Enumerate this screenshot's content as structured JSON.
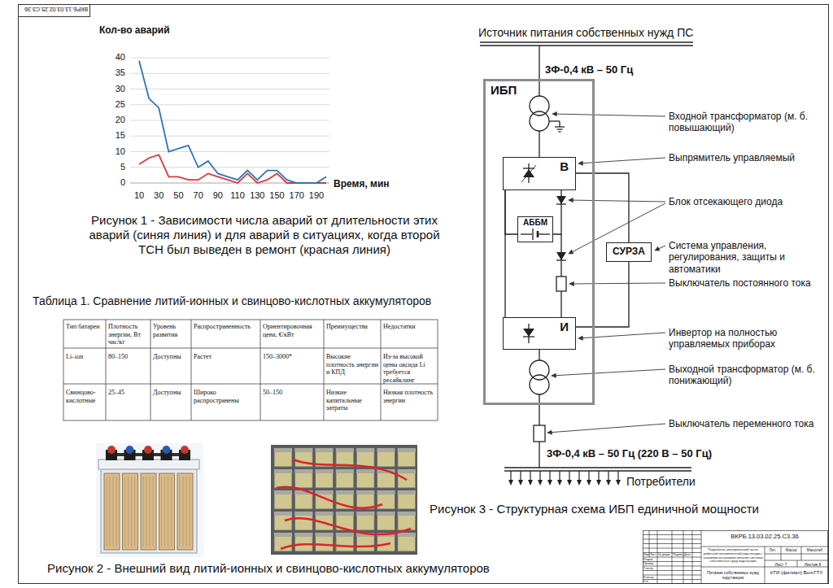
{
  "diagram": {
    "nodes": [
      {
        "text": [
          "ИБП"
        ]
      },
      {
        "text": [
          "В"
        ],
        "in": 0
      },
      {
        "text": [
          "АББМ"
        ],
        "in": 0
      },
      {
        "text": [
          "СУРЗА"
        ]
      },
      {
        "text": [
          "И"
        ],
        "in": 0
      }
    ],
    "edges": [
      {
        "from": 1,
        "to": 2,
        "arrow": "none"
      },
      {
        "from": 2,
        "to": 4,
        "arrow": "none"
      },
      {
        "from": 1,
        "to": 4,
        "arrow": "none"
      },
      {
        "from": 3,
        "to": 1,
        "arrow": "none"
      },
      {
        "from": 3,
        "to": 4,
        "arrow": "none"
      }
    ],
    "labels": [
      "ВКРБ.13.03.02.25.СЗ.36",
      "Кол-во аварий",
      "40",
      "35",
      "30",
      "25",
      "20",
      "15",
      "10",
      "5",
      "0",
      "10",
      "30",
      "50",
      "70",
      "90",
      "110",
      "130",
      "150",
      "170",
      "190",
      "Время, мин",
      "Рисунок 1 - Зависимости числа аварий от длительности этих аварий (синяя линия) и для аварий в ситуациях, когда второй ТСН был выведен в ремонт (красная линия)",
      "Таблица 1. Сравнение литий-ионных и свинцово-кислотных аккумуляторов",
      "Тип батареи",
      "Плотность энергии, Вт час/кг",
      "Уровень развития",
      "Распространенность",
      "Ориентировочная цена, €/кВт",
      "Преимущества",
      "Недостатки",
      "Li–ion",
      "80–150",
      "Доступны",
      "Растет",
      "150–3000*",
      "Высокие плотность энергии и КПД",
      "Из-за высокой цены оксида Li требуется ресайклинг",
      "Свинцово-кислотные",
      "25–45",
      "Доступны",
      "Широко распространены",
      "50–150",
      "Низкие капитальные затраты",
      "Низкая плотность энергии",
      "Рисунок 2 - Внешний вид литий-ионных и свинцово-кислотных аккумуляторов",
      "Источник питания собственных нужд ПС",
      "3Ф-0,4 кВ – 50 Гц",
      "Входной трансформатор (м. б. повышающий)",
      "Выпрямитель управляемый",
      "Блок отсекающего диода",
      "Система управления, регулирования, защиты и автоматики",
      "Выключатель постоянного тока",
      "Инвертор на полностью управляемых приборах",
      "Выходной трансформатор (м. б. понижающий)",
      "Выключатель переменного тока",
      "3Ф-0,4 кВ – 50 Гц (220 В – 50 Гц)",
      "Потребители",
      "Рисунок 3 - Структурная схема ИБП единичной мощности",
      "ВКРБ.13.03.02.25.СЗ.36",
      "Разработка электрической части районной понизительной подстанции с анализом источников питания системы собственных нужд подстанции",
      "Изм.",
      "Лист",
      "№ докум.",
      "Подпись",
      "Дата",
      "Разраб.",
      "Провер.",
      "Т.контр.",
      "Н.контр.",
      "Утв.",
      "Лит.",
      "Масса",
      "Масштаб",
      "Лист 7",
      "Листов 8",
      "Питание собственных нужд подстанции",
      "КТИ (филиал) ВолгГТУ"
    ]
  }
}
